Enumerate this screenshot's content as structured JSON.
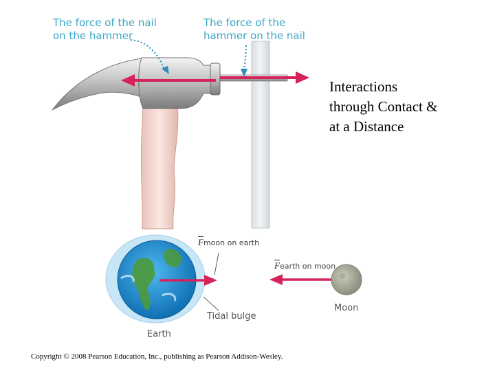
{
  "hammer": {
    "caption_nail_on_hammer": [
      "The force of the nail",
      "on the hammer"
    ],
    "caption_hammer_on_nail": [
      "The force of the",
      "hammer on the nail"
    ]
  },
  "side_title": [
    "Interactions",
    "through Contact &",
    "at a Distance"
  ],
  "earth_moon": {
    "force_moon_on_earth": {
      "symbol": "F",
      "subscript": "moon on earth"
    },
    "force_earth_on_moon": {
      "symbol": "F",
      "subscript": "earth on moon"
    },
    "tidal_bulge_label": "Tidal bulge",
    "earth_label": "Earth",
    "moon_label": "Moon"
  },
  "copyright": "Copyright © 2008 Pearson Education, Inc., publishing as Pearson Addison-Wesley.",
  "colors": {
    "caption": "#3aa6c6",
    "arrow": "#d6235a",
    "ocean": "#1f8fd0",
    "land": "#4c9a3a"
  }
}
